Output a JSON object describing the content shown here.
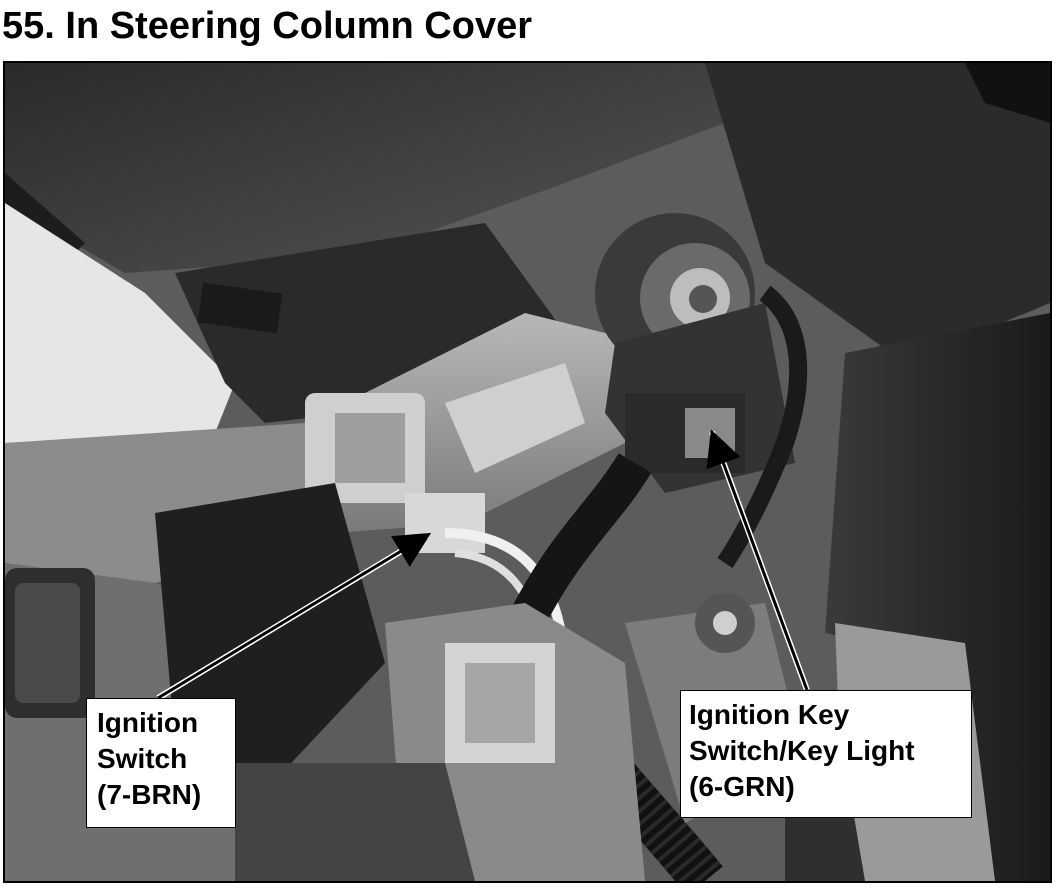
{
  "title": "55. In Steering Column Cover",
  "callouts": {
    "ignition_switch": {
      "lines": [
        "Ignition",
        "Switch",
        "(7-BRN)"
      ]
    },
    "ignition_key_switch": {
      "lines": [
        "Ignition Key",
        "Switch/Key Light",
        "(6-GRN)"
      ]
    }
  },
  "colors": {
    "background": "#ffffff",
    "text": "#000000",
    "photo_mid": "#6a6a6a"
  },
  "image": {
    "style": "grayscale photograph",
    "subject": "steering column area with connectors and wiring harness"
  }
}
